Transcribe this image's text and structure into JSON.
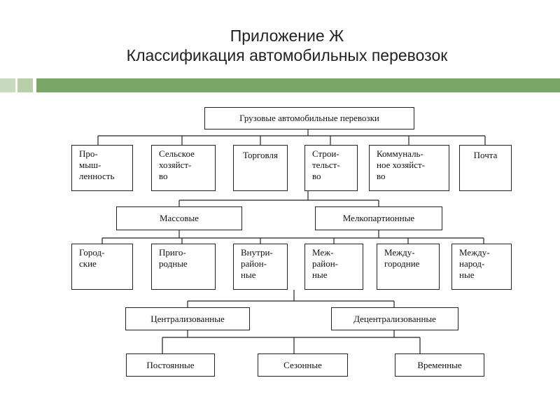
{
  "slide": {
    "title_line1": "Приложение Ж",
    "title_line2": "Классификация автомобильных перевозок"
  },
  "diagram": {
    "root": "Грузовые автомобильные перевозки",
    "sectors": [
      "Про-\nмыш-\nленность",
      "Сельское\nхозяйст-\nво",
      "Торговля",
      "Строи-\nтельст-\nво",
      "Коммуналь-\nное хозяйст-\nво",
      "Почта"
    ],
    "volume": [
      "Массовые",
      "Мелкопартионные"
    ],
    "routes": [
      "Город-\nские",
      "Приго-\nродные",
      "Внутри-\nрайон-\nные",
      "Меж-\nрайон-\nные",
      "Между-\nгородние",
      "Между-\nнарод-\nные"
    ],
    "organization": [
      "Централизованные",
      "Децентрализованные"
    ],
    "period": [
      "Постоянные",
      "Сезонные",
      "Временные"
    ]
  }
}
